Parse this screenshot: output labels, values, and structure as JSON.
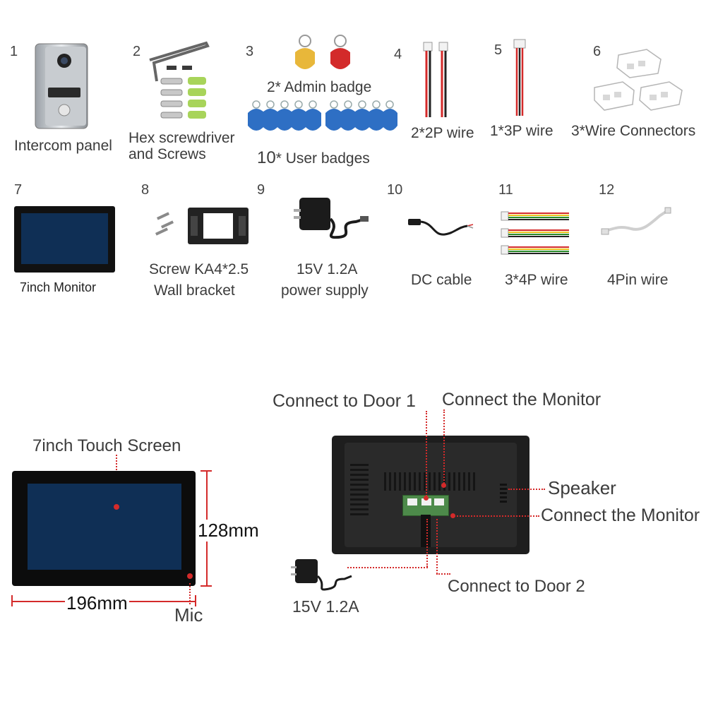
{
  "items": [
    {
      "number": "1",
      "label": "Intercom panel"
    },
    {
      "number": "2",
      "label_line1": "Hex screwdriver",
      "label_line2": "and Screws"
    },
    {
      "number": "3",
      "label_top": "2* Admin badge",
      "label_bottom_num": "10",
      "label_bottom": "* User badges"
    },
    {
      "number": "4",
      "label": "2*2P wire"
    },
    {
      "number": "5",
      "label": "1*3P wire"
    },
    {
      "number": "6",
      "label": "3*Wire Connectors"
    },
    {
      "number": "7",
      "label": "7inch Monitor"
    },
    {
      "number": "8",
      "label_line1": "Screw KA4*2.5",
      "label_line2": "Wall bracket"
    },
    {
      "number": "9",
      "label_line1": "15V 1.2A",
      "label_line2": "power supply"
    },
    {
      "number": "10",
      "label": "DC cable"
    },
    {
      "number": "11",
      "label": "3*4P wire"
    },
    {
      "number": "12",
      "label": "4Pin wire"
    }
  ],
  "front_view": {
    "screen_label": "7inch Touch Screen",
    "height_label": "128mm",
    "width_label": "196mm",
    "mic_label": "Mic"
  },
  "back_view": {
    "door1_label": "Connect to Door 1",
    "monitor_top_label": "Connect the Monitor",
    "speaker_label": "Speaker",
    "monitor_right_label": "Connect the Monitor",
    "door2_label": "Connect to Door 2",
    "psu_label": "15V 1.2A"
  },
  "colors": {
    "callout_red": "#d42a2a",
    "monitor_blue": "#0f2f55",
    "badge_blue": "#2e6fc4",
    "badge_yellow": "#e8b73a",
    "badge_red": "#d32a2a"
  }
}
